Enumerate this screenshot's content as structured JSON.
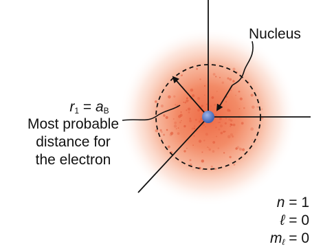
{
  "colors": {
    "cloud": "#f07a55",
    "cloud_dots": "#e25a3a",
    "nucleus": "#3f63b3",
    "lines": "#111111"
  },
  "labels": {
    "nucleus": "Nucleus",
    "r1": {
      "r": "r",
      "r_sub": "1",
      "eq": " = ",
      "a": "a",
      "a_sub": "B"
    },
    "caption": [
      "Most probable",
      "distance for",
      "the electron"
    ]
  },
  "quantum_numbers": [
    {
      "symbol": "n",
      "sub": "",
      "eq": " = ",
      "value": "1"
    },
    {
      "symbol": "ℓ",
      "sub": "",
      "eq": " = ",
      "value": "0"
    },
    {
      "symbol": "m",
      "sub": "ℓ",
      "eq": " = ",
      "value": "0"
    }
  ]
}
